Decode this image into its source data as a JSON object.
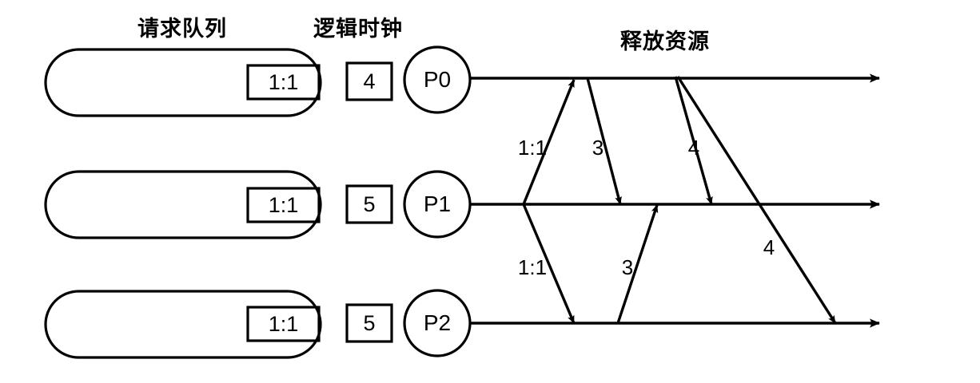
{
  "diagram": {
    "title_queue": "请求队列",
    "title_clock": "逻辑时钟",
    "title_release": "释放资源",
    "stroke_color": "#000000",
    "background": "#ffffff",
    "rows": [
      {
        "id": "p0",
        "queue_entry": "1:1",
        "clock": "4",
        "process": "P0"
      },
      {
        "id": "p1",
        "queue_entry": "1:1",
        "clock": "5",
        "process": "P1"
      },
      {
        "id": "p2",
        "queue_entry": "1:1",
        "clock": "5",
        "process": "P2"
      }
    ],
    "messages": [
      {
        "id": "m1",
        "label": "1:1",
        "from": "P1",
        "to": "P0",
        "direction": "up"
      },
      {
        "id": "m2",
        "label": "3",
        "from": "P0",
        "to": "P1",
        "direction": "down"
      },
      {
        "id": "m3",
        "label": "4",
        "from": "P0",
        "to": "P1",
        "direction": "down"
      },
      {
        "id": "m4",
        "label": "1:1",
        "from": "P1",
        "to": "P2",
        "direction": "down"
      },
      {
        "id": "m5",
        "label": "3",
        "from": "P2",
        "to": "P1",
        "direction": "up"
      },
      {
        "id": "m6",
        "label": "4",
        "from": "P0",
        "to": "P2",
        "direction": "down"
      }
    ]
  }
}
